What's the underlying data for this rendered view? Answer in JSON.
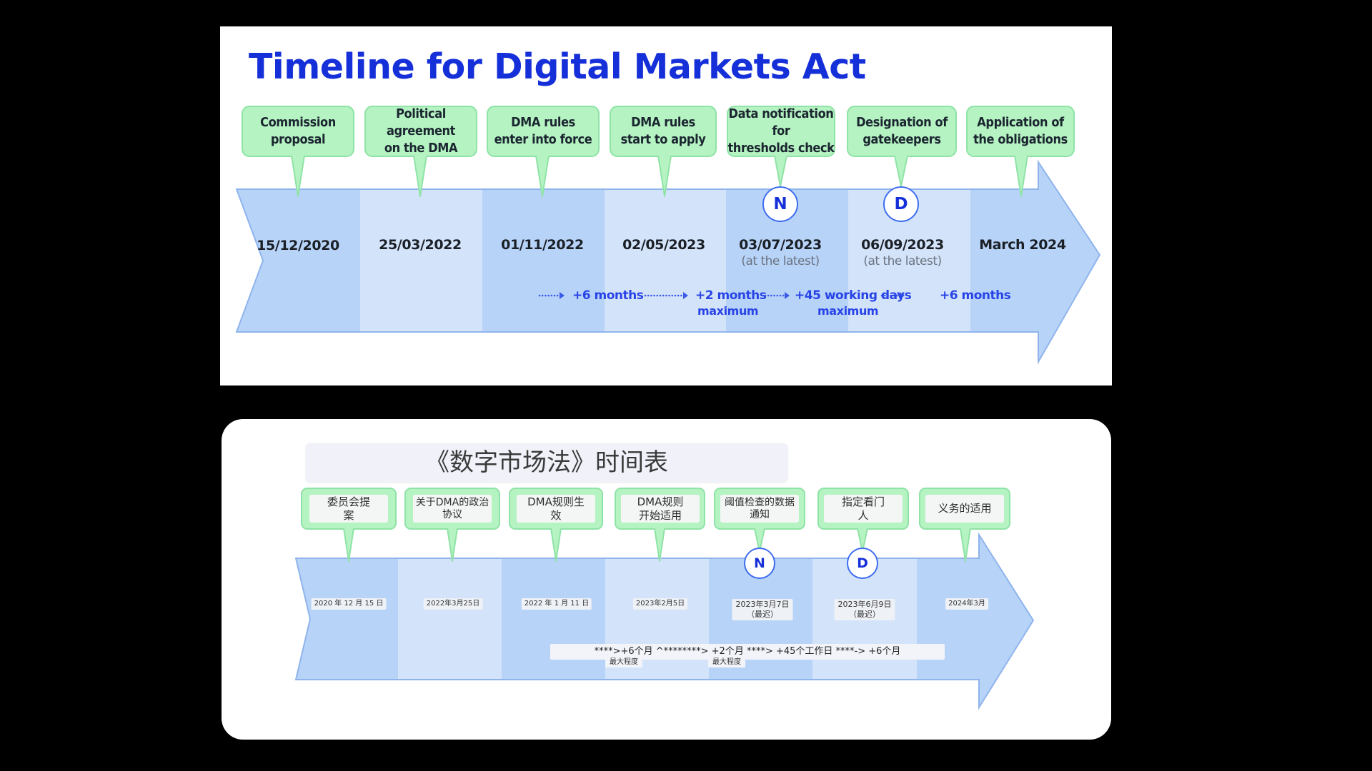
{
  "top": {
    "title": "Timeline for Digital Markets Act",
    "milestones": [
      {
        "label": "Commission\nproposal",
        "date": "15/12/2020"
      },
      {
        "label": "Political agreement\non the DMA",
        "date": "25/03/2022"
      },
      {
        "label": "DMA rules\nenter into force",
        "date": "01/11/2022"
      },
      {
        "label": "DMA rules\nstart to apply",
        "date": "02/05/2023"
      },
      {
        "label": "Data notification for\nthresholds check",
        "date": "03/07/2023",
        "note": "(at the latest)",
        "marker": "N"
      },
      {
        "label": "Designation of\ngatekeepers",
        "date": "06/09/2023",
        "note": "(at the latest)",
        "marker": "D"
      },
      {
        "label": "Application of\nthe obligations",
        "date": "March 2024"
      }
    ],
    "intervals": [
      "+6 months",
      "+2 months",
      "+45 working days",
      "+6 months"
    ],
    "maximum": [
      "maximum",
      "maximum"
    ]
  },
  "bottom": {
    "title": "《数字市场法》时间表",
    "milestones": [
      {
        "label": "委员会提\n案",
        "date": "2020 年 12 月 15 日"
      },
      {
        "label": "关于DMA的政治\n协议",
        "date": "2022年3月25日"
      },
      {
        "label": "DMA规则生\n效",
        "date": "2022 年 1 月 11 日"
      },
      {
        "label": "DMA规则\n开始适用",
        "date": "2023年2月5日"
      },
      {
        "label": "阈值检查的数据\n通知",
        "date": "2023年3月7日\n（最迟）",
        "marker": "N"
      },
      {
        "label": "指定看门\n人",
        "date": "2023年6月9日\n（最迟）",
        "marker": "D"
      },
      {
        "label": "义务的适用",
        "date": "2024年3月"
      }
    ],
    "intervals": "****>+6个月 ^********> +2个月 ****> +45个工作日 ****-> +6个月",
    "maximum": [
      "最大程度",
      "最大程度"
    ]
  },
  "colors": {
    "title_blue": "#1530d9",
    "arrow_dark": "#b7d3f8",
    "arrow_light": "#d3e3fa",
    "arrow_border": "#8fb4ec",
    "callout_green": "#b6f3c2",
    "callout_border": "#8fe3a6",
    "interval_blue": "#2844e6"
  },
  "icons": [
    "dotted-arrow-icon"
  ]
}
